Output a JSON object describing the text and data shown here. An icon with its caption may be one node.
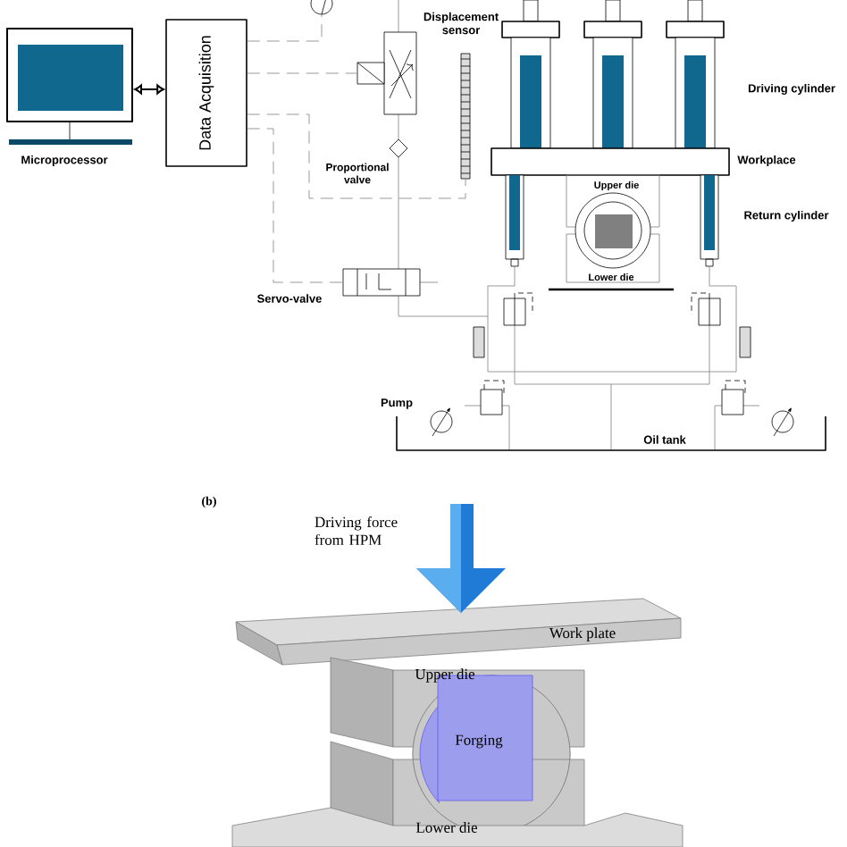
{
  "diagram": {
    "nodes": [
      {
        "text": [],
        "shape": "picture",
        "beside": [
          "Microprocessor"
        ]
      },
      {
        "text": [
          "Data Acquisition"
        ]
      },
      {
        "text": [],
        "shape": "circle"
      },
      {
        "text": [],
        "shape": "box"
      },
      {
        "text": [],
        "shape": "bar",
        "beside": [
          "Displacement sensor"
        ]
      },
      {
        "text": [],
        "shape": "box",
        "beside": [
          "Servo-valve"
        ]
      }
    ],
    "edges": [
      {
        "from": 0,
        "to": 1,
        "arrow": "both",
        "color": "#000000"
      },
      {
        "from": 1,
        "to": 2,
        "arrow": "none",
        "style": "dashed"
      },
      {
        "from": 1,
        "to": 3,
        "arrow": "none",
        "style": "dashed"
      },
      {
        "from": 1,
        "to": 4,
        "arrow": "none",
        "style": "dashed"
      },
      {
        "from": 1,
        "to": 5,
        "arrow": "none",
        "style": "dashed"
      }
    ],
    "labels": [
      "Proportional valve",
      "Driving cylinder",
      "Workplace",
      "Upper die",
      "Return cylinder",
      "Lower die",
      "Pump",
      "Oil tank",
      "(b)",
      "Driving force from HPM",
      "Work plate",
      "Upper die",
      "Forging",
      "Lower die"
    ]
  }
}
